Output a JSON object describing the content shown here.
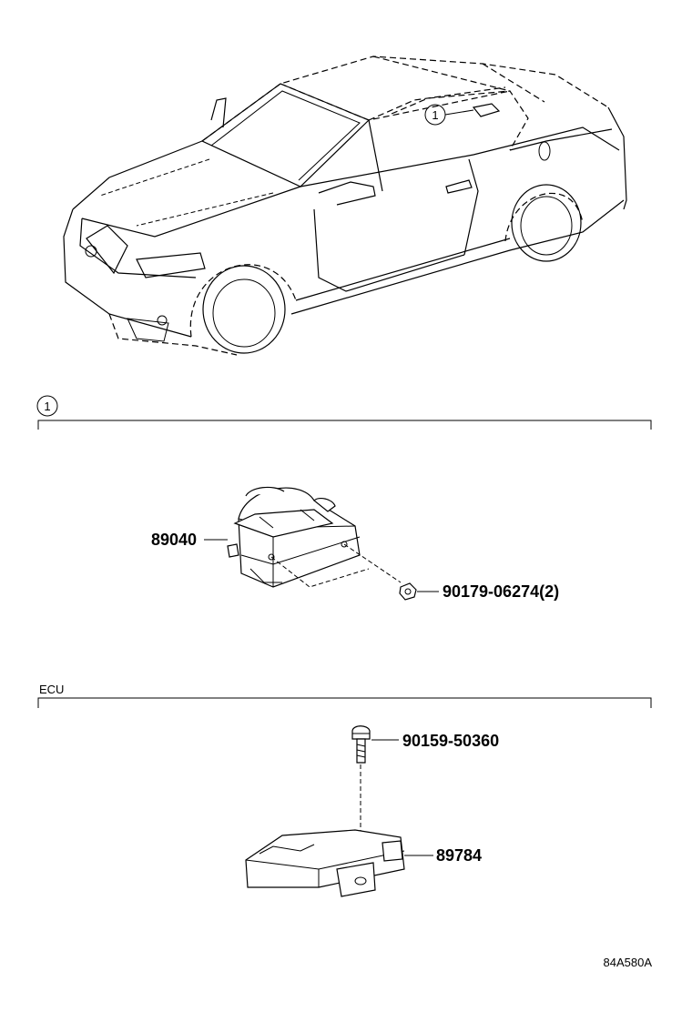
{
  "callouts": {
    "car_marker": "1",
    "section1_marker": "1"
  },
  "sections": {
    "ecu_label": "ECU"
  },
  "parts": {
    "part_89040": "89040",
    "part_90179": "90179-06274(2)",
    "part_90159": "90159-50360",
    "part_89784": "89784"
  },
  "figure_code": "84A580A"
}
